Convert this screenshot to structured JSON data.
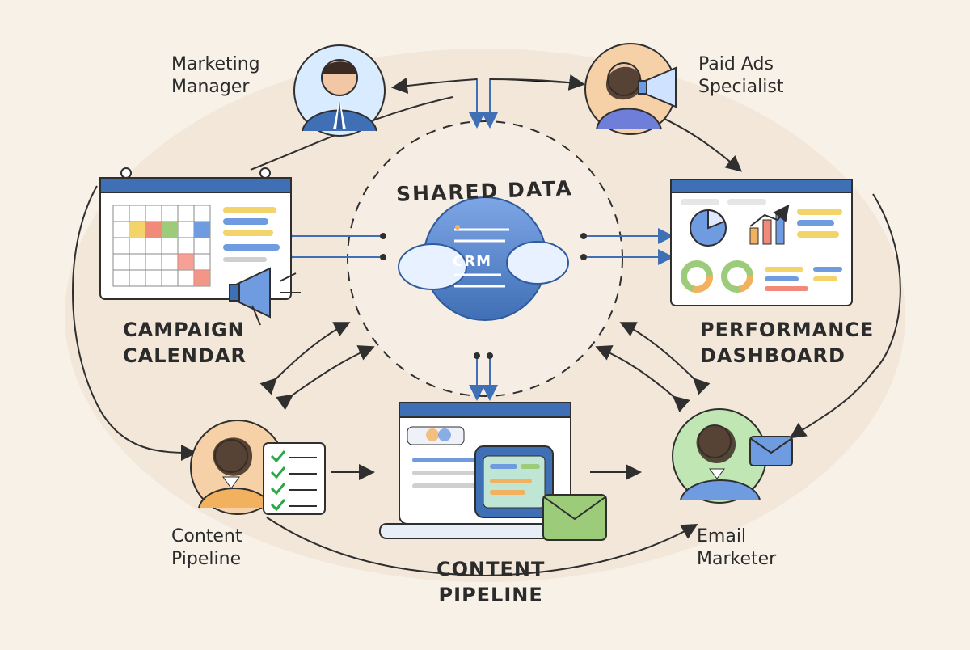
{
  "diagram": {
    "center_title": "SHARED DATA",
    "center_label": "CRM",
    "nodes": {
      "marketing_manager": [
        "Marketing",
        "Manager"
      ],
      "paid_ads_specialist": [
        "Paid Ads",
        "Specialist"
      ],
      "campaign_calendar": [
        "CAMPAIGN",
        "CALENDAR"
      ],
      "performance_dashboard": [
        "PERFORMANCE",
        "DASHBOARD"
      ],
      "content_pipeline_role": [
        "Content",
        "Pipeline"
      ],
      "content_pipeline_tool": [
        "CONTENT",
        "PIPELINE"
      ],
      "email_marketer": [
        "Email",
        "Marketer"
      ]
    }
  },
  "colors": {
    "background": "#f7f1e8",
    "ring": "#efe3d3",
    "primary": "#3f6fb5",
    "accent_blue": "#6f9be0",
    "line_dark": "#2f2f2f",
    "orange": "#f2b15f",
    "green": "#9ccc7a",
    "red": "#f28a7a",
    "yellow": "#f2d46b"
  }
}
